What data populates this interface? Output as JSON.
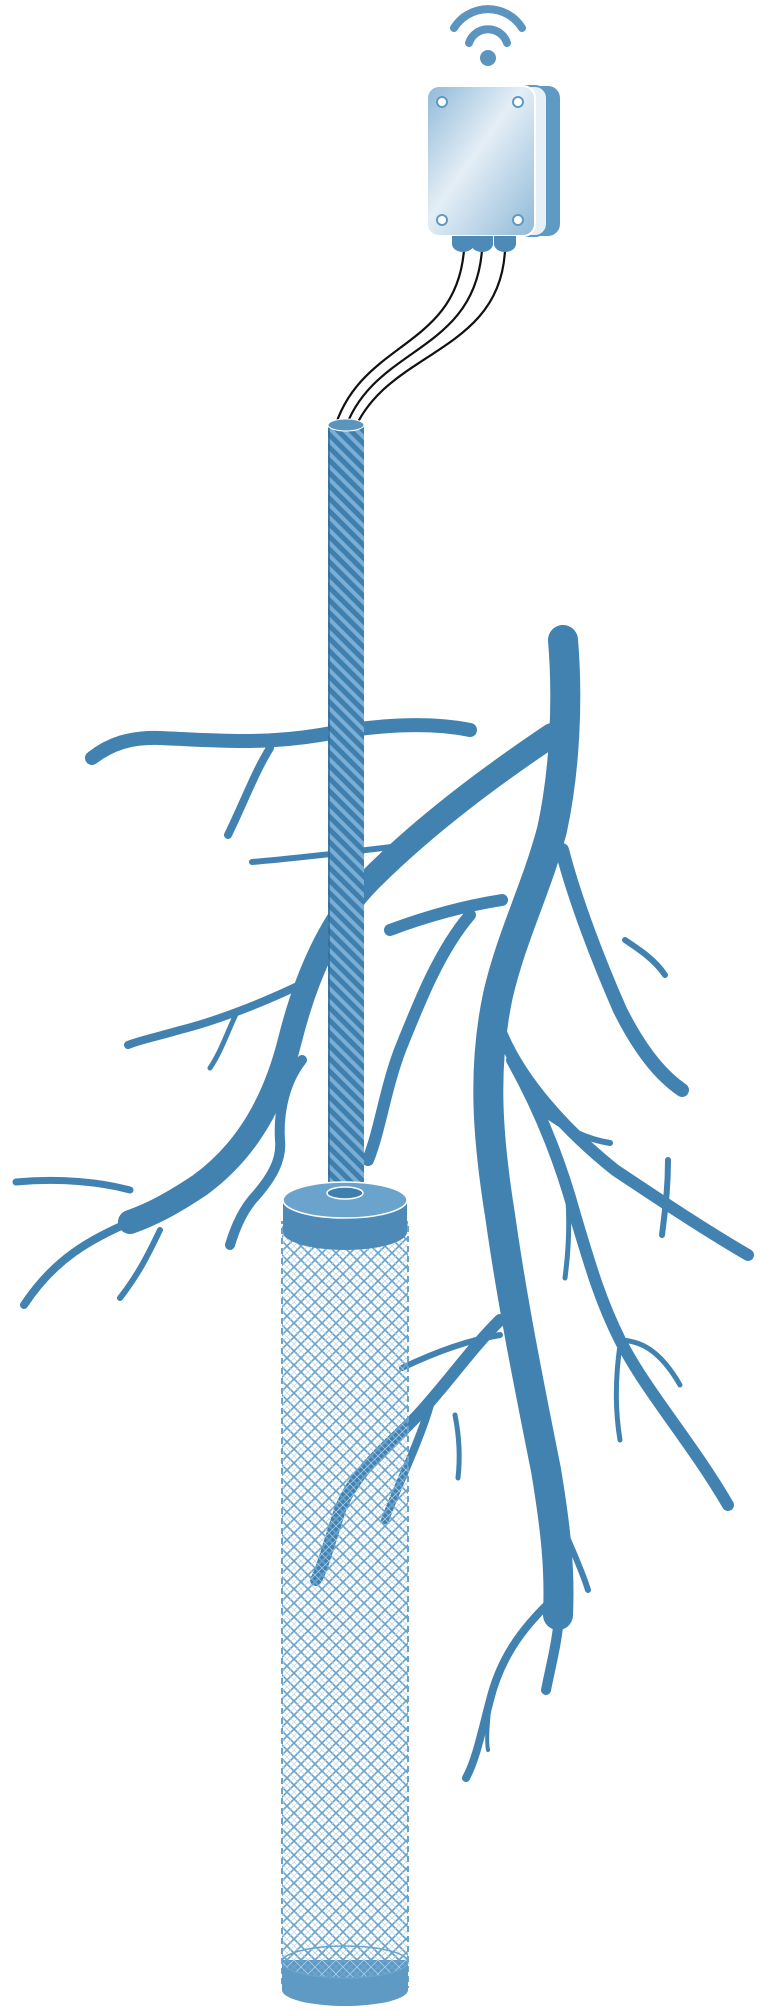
{
  "illustration": {
    "components": [
      "wifi-icon",
      "sensor-enclosure",
      "signal-cables",
      "sensor-tube",
      "tree-root-system",
      "mesh-probe"
    ]
  },
  "colors": {
    "root": "#4282b0",
    "tube": "#3f7fae",
    "tube_stripe": "#7aaed4",
    "cap": "#5f9ac4",
    "mesh": "#6aa3cc",
    "enclosure_light": "#e4eef6",
    "enclosure_dark": "#8fb9d8",
    "cable": "#111111",
    "background": "#ffffff"
  }
}
